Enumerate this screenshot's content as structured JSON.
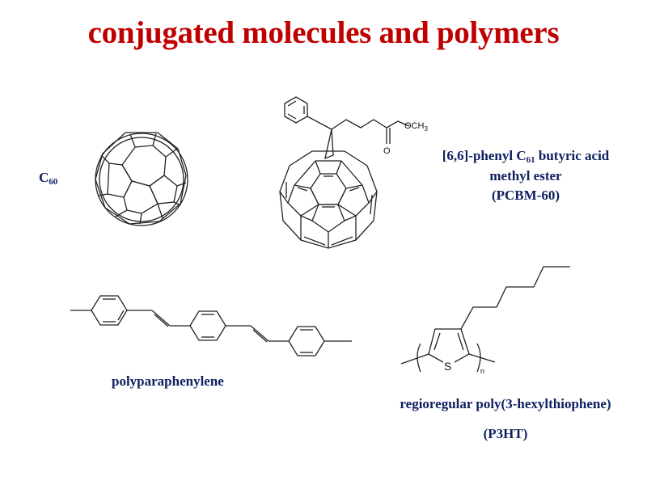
{
  "slide": {
    "title": "conjugated molecules and polymers",
    "title_color": "#c00000",
    "label_color": "#0f2060"
  },
  "molecules": {
    "c60": {
      "label_main": "C",
      "label_sub": "60"
    },
    "pcbm": {
      "name_line1_pre": "[6,6]-phenyl C",
      "name_line1_sub": "61",
      "name_line1_post": " butyric acid",
      "name_line2": "methyl ester",
      "abbrev": "(PCBM-60)",
      "atom_ester": "OCH",
      "atom_ester_sub": "3",
      "atom_carbonyl": "O"
    },
    "ppv": {
      "label": "polyparaphenylene"
    },
    "p3ht": {
      "name": "regioregular poly(3-hexylthiophene)",
      "abbrev": "(P3HT)",
      "atom_sulfur": "S",
      "repeat_subscript": "n"
    }
  }
}
